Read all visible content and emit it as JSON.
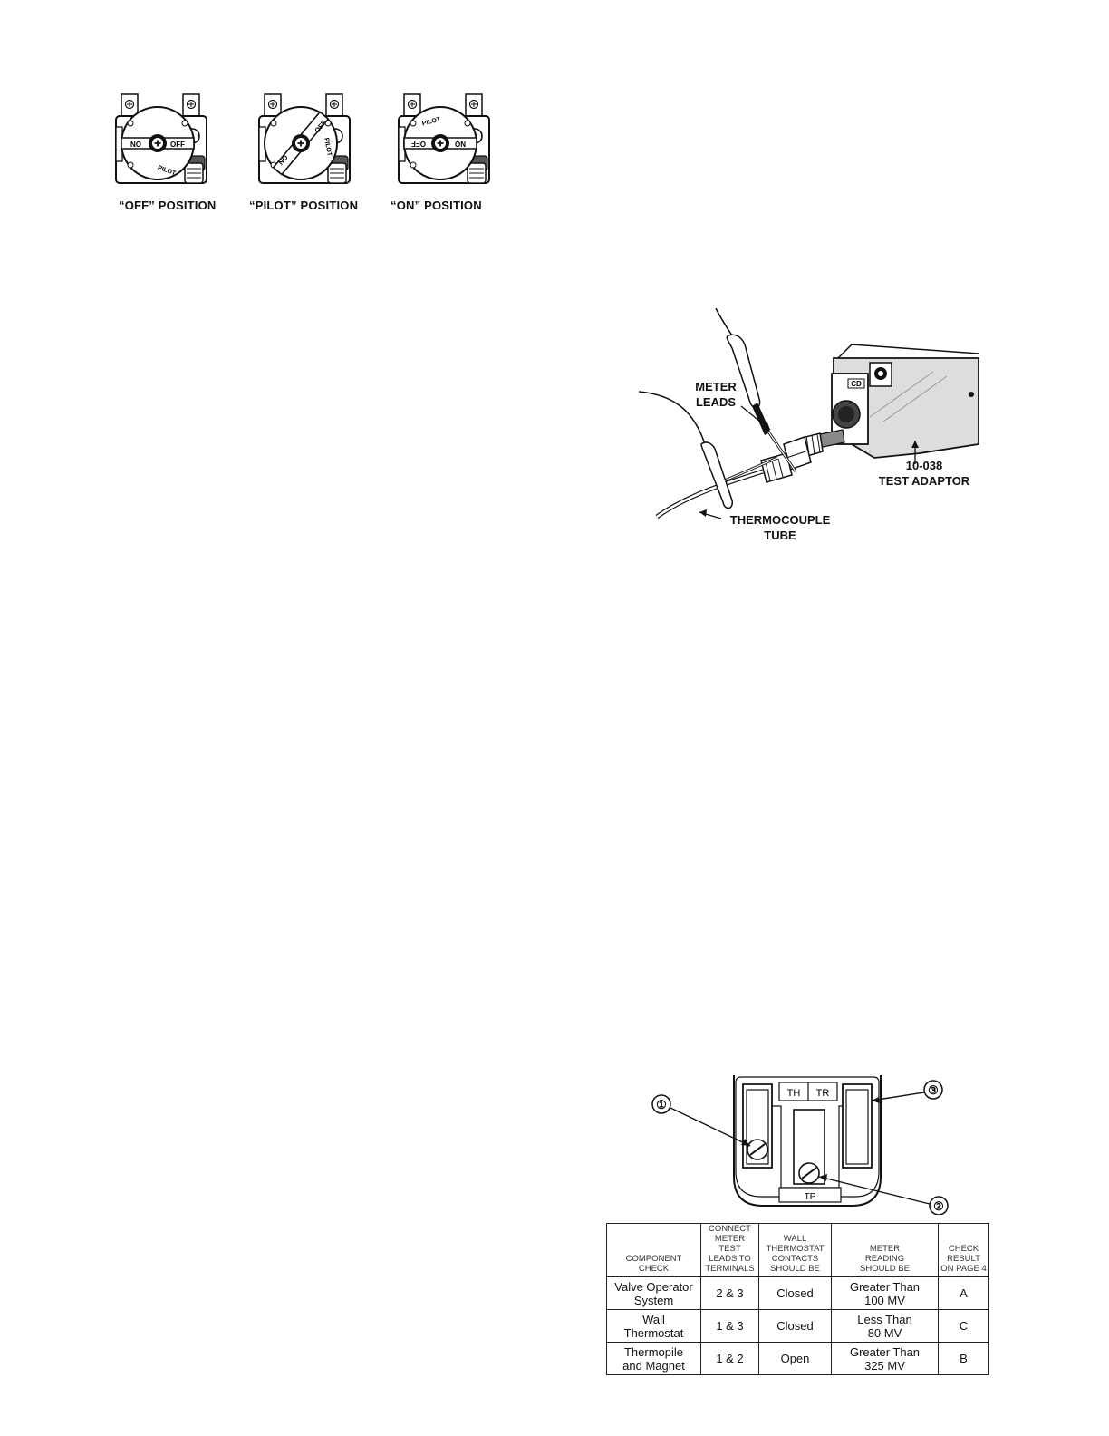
{
  "valve_positions": {
    "captions": [
      "“OFF” POSITION",
      "“PILOT” POSITION",
      "“ON” POSITION"
    ],
    "knob_labels": {
      "off": [
        "ON",
        "OFF",
        "PILOT"
      ],
      "pilot": [
        "OFF",
        "PILOT",
        "ON"
      ],
      "on": [
        "PILOT",
        "OFF",
        "ON"
      ]
    }
  },
  "test_adaptor_figure": {
    "meter_leads": [
      "METER",
      "LEADS"
    ],
    "test_adaptor": [
      "10-038",
      "TEST ADAPTOR"
    ],
    "thermocouple_tube": [
      "THERMOCOUPLE",
      "TUBE"
    ],
    "valve_mark": "CD"
  },
  "terminal_figure": {
    "terminal_labels": [
      "TH",
      "TR",
      "TP"
    ],
    "callouts": [
      "①",
      "②",
      "③"
    ]
  },
  "check_table": {
    "headers": [
      [
        "COMPONENT",
        "CHECK"
      ],
      [
        "CONNECT",
        "METER TEST",
        "LEADS TO",
        "TERMINALS"
      ],
      [
        "WALL",
        "THERMOSTAT",
        "CONTACTS",
        "SHOULD BE"
      ],
      [
        "METER",
        "READING",
        "SHOULD BE"
      ],
      [
        "CHECK",
        "RESULT",
        "ON PAGE 4"
      ]
    ],
    "rows": [
      {
        "component": [
          "Valve Operator",
          "System"
        ],
        "terminals": "2 & 3",
        "contacts": "Closed",
        "reading": [
          "Greater Than",
          "100 MV"
        ],
        "result": "A"
      },
      {
        "component": [
          "Wall",
          "Thermostat"
        ],
        "terminals": "1 & 3",
        "contacts": "Closed",
        "reading": [
          "Less Than",
          "80 MV"
        ],
        "result": "C"
      },
      {
        "component": [
          "Thermopile",
          "and Magnet"
        ],
        "terminals": "1 & 2",
        "contacts": "Open",
        "reading": [
          "Greater Than",
          "325 MV"
        ],
        "result": "B"
      }
    ]
  }
}
